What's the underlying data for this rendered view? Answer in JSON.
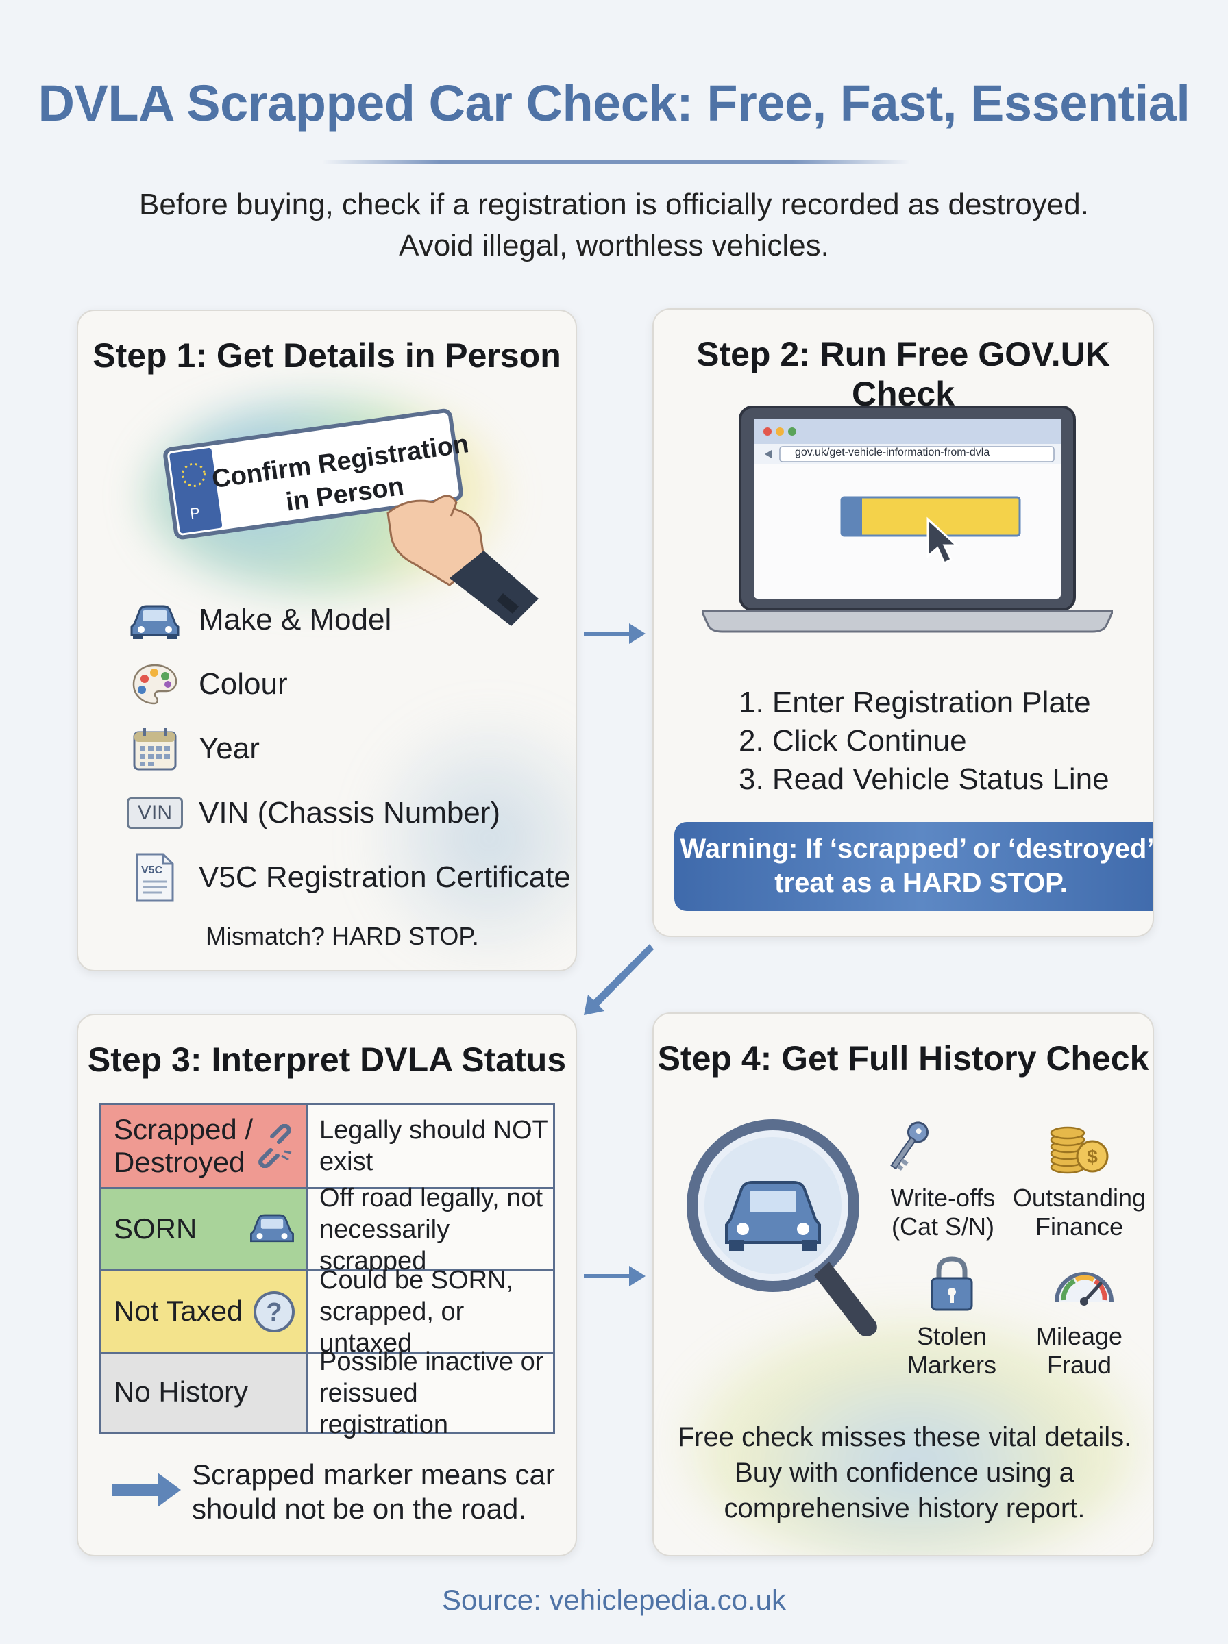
{
  "title": "DVLA Scrapped Car Check: Free, Fast, Essential",
  "subtitle": {
    "line1": "Before buying, check if a registration is officially recorded as destroyed.",
    "line2": "Avoid illegal, worthless vehicles."
  },
  "step1": {
    "title": "Step 1: Get Details in Person",
    "plate_line1": "Confirm Registration",
    "plate_line2": "in Person",
    "items": [
      {
        "icon": "car-icon",
        "label": "Make & Model"
      },
      {
        "icon": "palette-icon",
        "label": "Colour"
      },
      {
        "icon": "calendar-icon",
        "label": "Year"
      },
      {
        "icon": "vin-badge-icon",
        "label": "VIN (Chassis Number)",
        "badge": "VIN"
      },
      {
        "icon": "document-icon",
        "label": "V5C Registration Certificate",
        "badge": "V5C"
      }
    ],
    "note": "Mismatch? HARD STOP."
  },
  "step2": {
    "title": "Step 2: Run Free GOV.UK Check",
    "url": "gov.uk/get-vehicle-information-from-dvla",
    "steps": [
      "1. Enter Registration Plate",
      "2. Click Continue",
      "3. Read Vehicle Status Line"
    ],
    "warning_line1": "Warning: If ‘scrapped’ or ‘destroyed’,",
    "warning_line2": "treat as a HARD STOP."
  },
  "step3": {
    "title": "Step 3: Interpret DVLA Status",
    "rows": [
      {
        "status_line1": "Scrapped /",
        "status_line2": "Destroyed",
        "meaning_line1": "Legally should NOT",
        "meaning_line2": "exist",
        "color": "#ef9a92",
        "icon": "broken-link-icon"
      },
      {
        "status_line1": "SORN",
        "status_line2": "",
        "meaning_line1": "Off road legally, not",
        "meaning_line2": "necessarily scrapped",
        "color": "#a9d39a",
        "icon": "car-icon"
      },
      {
        "status_line1": "Not Taxed",
        "status_line2": "",
        "meaning_line1": "Could be SORN,",
        "meaning_line2": "scrapped, or untaxed",
        "color": "#f3e38c",
        "icon": "question-icon"
      },
      {
        "status_line1": "No History",
        "status_line2": "",
        "meaning_line1": "Possible inactive or",
        "meaning_line2": "reissued registration",
        "color": "#e2e2e2",
        "icon": ""
      }
    ],
    "note_line1": "Scrapped marker means car",
    "note_line2": "should not be on the road."
  },
  "step4": {
    "title": "Step 4: Get Full History Check",
    "features": [
      {
        "icon": "key-icon",
        "line1": "Write-offs",
        "line2": "(Cat S/N)"
      },
      {
        "icon": "coins-icon",
        "line1": "Outstanding",
        "line2": "Finance"
      },
      {
        "icon": "padlock-icon",
        "line1": "Stolen",
        "line2": "Markers"
      },
      {
        "icon": "gauge-icon",
        "line1": "Mileage",
        "line2": "Fraud"
      }
    ],
    "footer": [
      "Free check misses these vital details.",
      "Buy with confidence using a",
      "comprehensive history report."
    ]
  },
  "source": "Source: vehiclepedia.co.uk",
  "colors": {
    "accent": "#4f73a6",
    "warning": "#4a76b5"
  }
}
